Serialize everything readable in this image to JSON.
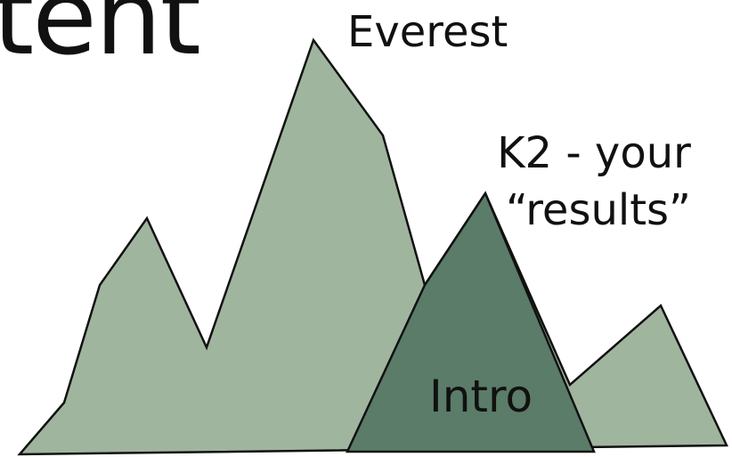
{
  "slide": {
    "title_fragment": "tent",
    "labels": {
      "everest": "Everest",
      "k2_line1": "K2 - your",
      "k2_line2": "“results”",
      "intro": "Intro"
    },
    "colors": {
      "background": "#ffffff",
      "light_peaks": "#a0b59e",
      "dark_peak": "#5a7c69",
      "outline": "#111111",
      "text": "#111111"
    }
  }
}
